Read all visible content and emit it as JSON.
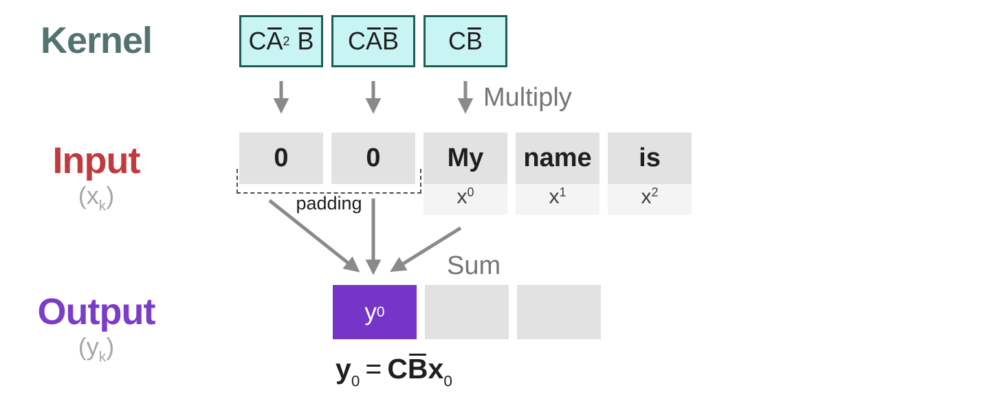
{
  "kernel": {
    "label": "Kernel",
    "box1": {
      "c": "C",
      "a": "A",
      "exp": "2",
      "b": "B"
    },
    "box2": {
      "c": "C",
      "a": "A",
      "b": "B"
    },
    "box3": {
      "c": "C",
      "b": "B"
    }
  },
  "multiply_label": "Multiply",
  "sum_label": "Sum",
  "input": {
    "label": "Input",
    "var_label": {
      "base": "(x",
      "sub": "k",
      "close": ")"
    },
    "cells": [
      "0",
      "0",
      "My",
      "name",
      "is"
    ],
    "subs": [
      {
        "base": "x",
        "sub": "0"
      },
      {
        "base": "x",
        "sub": "1"
      },
      {
        "base": "x",
        "sub": "2"
      }
    ],
    "padding_label": "padding"
  },
  "output": {
    "label": "Output",
    "var_label": {
      "base": "(y",
      "sub": "k",
      "close": ")"
    },
    "cell": {
      "base": "y",
      "sub": "0"
    }
  },
  "formula": {
    "lhs": "y",
    "lhs_sub": "0",
    "eq": "=",
    "c": "C",
    "b_bar": "B",
    "x": "x",
    "x_sub": "0"
  },
  "colors": {
    "kernel_label": "#527370",
    "kernel_box_bg": "#c9f4f4",
    "kernel_box_border": "#1b5e52",
    "input_label": "#c03a3e",
    "output_label": "#7b3cc9",
    "output_box_bg": "#7634c8",
    "cell_bg": "#e2e2e2",
    "subcell_bg": "#f4f4f4",
    "arrow": "#8a8a8a",
    "muted_text": "#757575"
  }
}
